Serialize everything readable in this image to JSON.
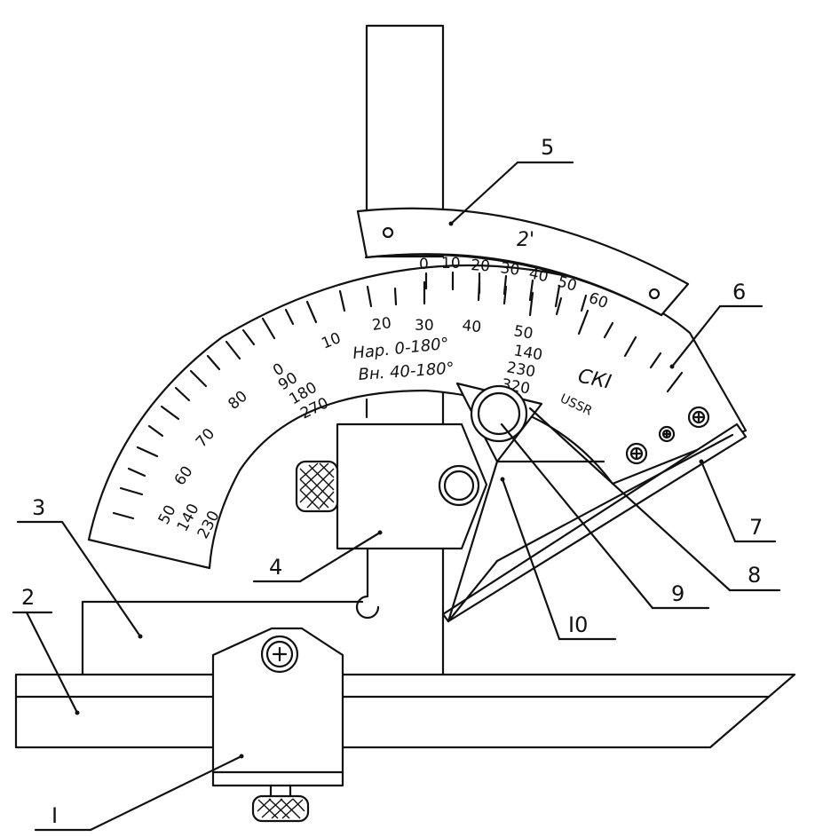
{
  "labels": {
    "l1": "I",
    "l2": "2",
    "l3": "3",
    "l4": "4",
    "l5": "5",
    "l6": "6",
    "l7": "7",
    "l8": "8",
    "l9": "9",
    "l10": "I0"
  },
  "vernier": {
    "minutes_mark": "2'",
    "ticks": [
      "0",
      "10",
      "20",
      "30",
      "40",
      "50",
      "60"
    ]
  },
  "main_scale": {
    "outer_labels": [
      "50",
      "60",
      "70",
      "80",
      "0",
      "10",
      "20",
      "30",
      "40",
      "50"
    ],
    "row_140": "140",
    "row_230": "230",
    "left_col": [
      "50",
      "140",
      "230"
    ],
    "col_90": "90",
    "col_180": "180",
    "col_270": "270",
    "right_col": [
      "140",
      "230",
      "320"
    ]
  },
  "inscriptions": {
    "outer_range": "Нар. 0-180°",
    "inner_range": "Вн. 40-180°",
    "maker": "СКI",
    "country": "USSR"
  }
}
